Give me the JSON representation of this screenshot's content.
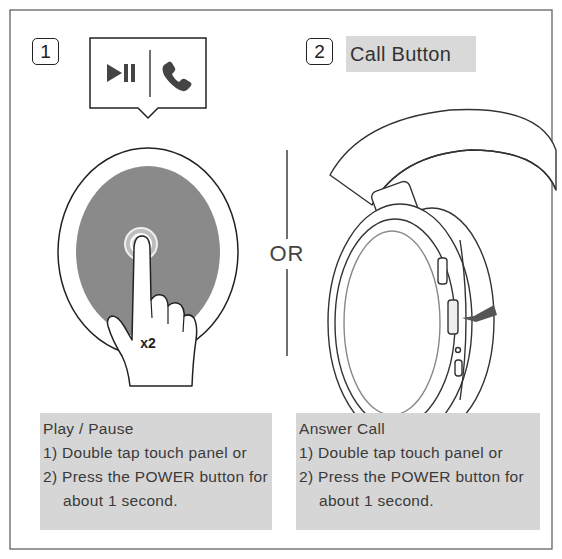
{
  "diagram": {
    "nodes": [
      {
        "text": [
          "1"
        ]
      },
      {
        "text": [
          "2"
        ]
      },
      {
        "text": [
          "Call Button"
        ]
      },
      {
        "text": [
          "Play / Pause",
          "1) Double tap touch panel or",
          "2) Press the POWER button for about 1 second."
        ]
      },
      {
        "text": [
          "Answer Call",
          "1) Double tap touch panel or",
          "2) Press the POWER button for about 1 second."
        ]
      }
    ],
    "labels": [
      "x2",
      "OR"
    ]
  }
}
